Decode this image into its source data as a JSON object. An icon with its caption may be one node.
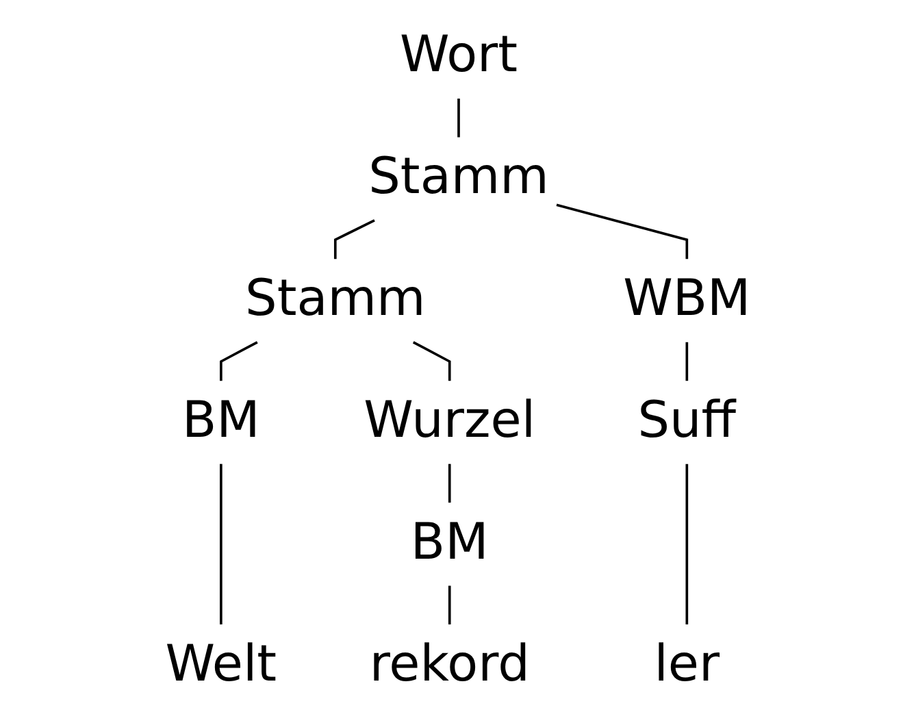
{
  "diagram": {
    "nodes": [
      {
        "text": [
          "Wort"
        ]
      },
      {
        "text": [
          "Stamm"
        ]
      },
      {
        "text": [
          "Stamm"
        ]
      },
      {
        "text": [
          "WBM"
        ]
      },
      {
        "text": [
          "BM"
        ]
      },
      {
        "text": [
          "Wurzel"
        ]
      },
      {
        "text": [
          "Suff"
        ]
      },
      {
        "text": [
          "BM"
        ]
      },
      {
        "text": [
          "Welt"
        ]
      },
      {
        "text": [
          "rekord"
        ]
      },
      {
        "text": [
          "ler"
        ]
      }
    ],
    "edges": [
      {
        "from": 0,
        "to": 1,
        "arrow": "none"
      },
      {
        "from": 1,
        "to": 2,
        "arrow": "none"
      },
      {
        "from": 1,
        "to": 3,
        "arrow": "none"
      },
      {
        "from": 2,
        "to": 4,
        "arrow": "none"
      },
      {
        "from": 2,
        "to": 5,
        "arrow": "none"
      },
      {
        "from": 3,
        "to": 6,
        "arrow": "none"
      },
      {
        "from": 5,
        "to": 7,
        "arrow": "none"
      },
      {
        "from": 4,
        "to": 8,
        "arrow": "none"
      },
      {
        "from": 7,
        "to": 9,
        "arrow": "none"
      },
      {
        "from": 6,
        "to": 10,
        "arrow": "none"
      }
    ]
  }
}
